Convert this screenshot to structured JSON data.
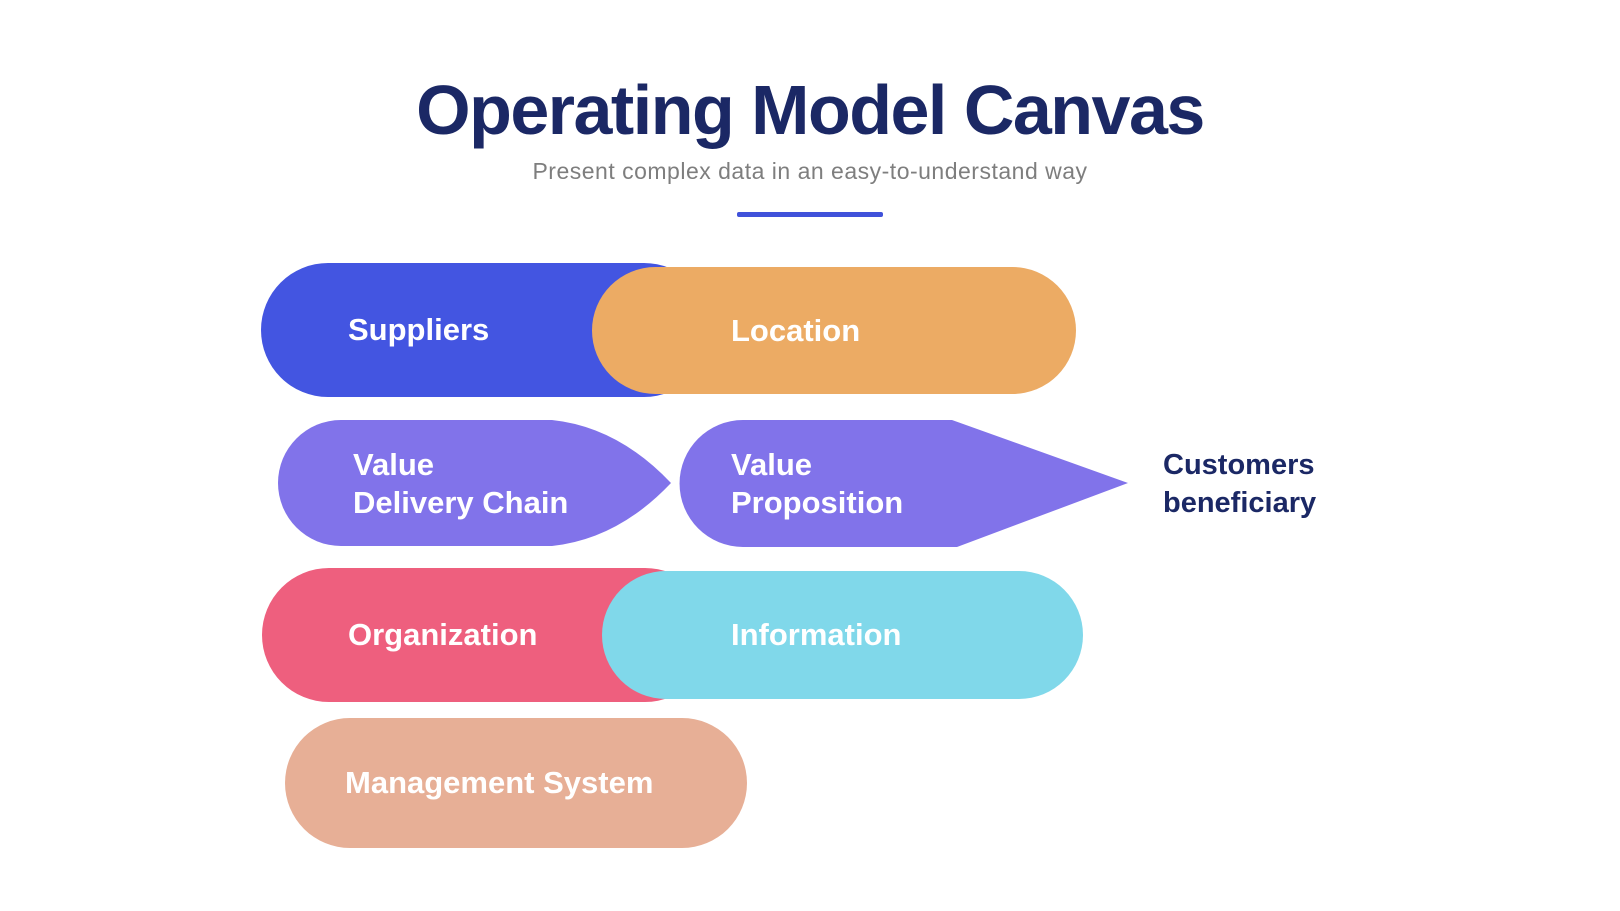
{
  "header": {
    "title": "Operating Model Canvas",
    "subtitle": "Present complex data in an easy-to-understand way"
  },
  "colors": {
    "title_navy": "#1b2865",
    "subtitle_gray": "#7e7e7e",
    "divider_blue": "#4052da",
    "suppliers_blue": "#4355e1",
    "location_orange": "#ecab64",
    "value_purple": "#8173ea",
    "organization_pink": "#ee5f7e",
    "information_cyan": "#80d8ea",
    "management_tan": "#e7af96",
    "label_white": "#ffffff",
    "background_white": "#ffffff"
  },
  "canvas": {
    "suppliers": {
      "label": "Suppliers"
    },
    "location": {
      "label": "Location"
    },
    "value_delivery_chain": {
      "line1": "Value",
      "line2": "Delivery Chain"
    },
    "value_proposition": {
      "line1": "Value",
      "line2": "Proposition"
    },
    "customers_beneficiary": {
      "line1": "Customers",
      "line2": "beneficiary"
    },
    "organization": {
      "label": "Organization"
    },
    "information": {
      "label": "Information"
    },
    "management_system": {
      "label": "Management System"
    }
  }
}
